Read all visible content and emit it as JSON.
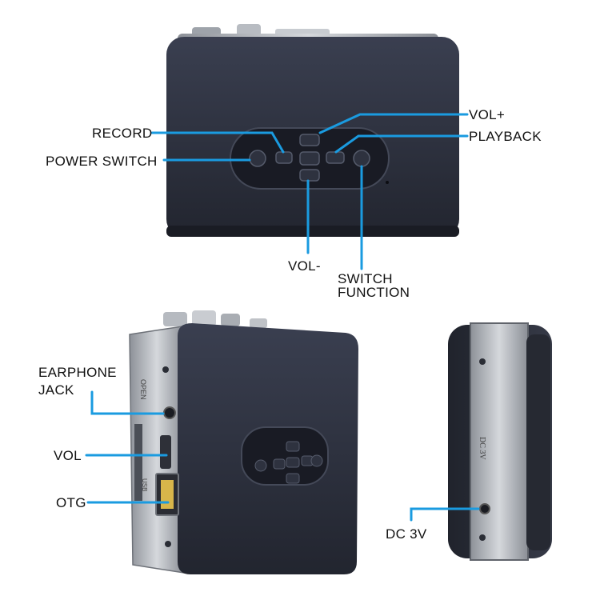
{
  "labels": {
    "record": "RECORD",
    "power_switch": "POWER SWITCH",
    "vol_plus": "VOL+",
    "playback": "PLAYBACK",
    "vol_minus": "VOL-",
    "switch_function_line1": "SWITCH",
    "switch_function_line2": "FUNCTION",
    "earphone_jack_line1": "EARPHONE",
    "earphone_jack_line2": "JACK",
    "vol": "VOL",
    "otg": "OTG",
    "dc_3v": "DC 3V"
  },
  "device_engravings": {
    "open": "OPEN",
    "usb": "USB",
    "side": "DC 3V"
  },
  "colors": {
    "callout_line": "#1a9be0",
    "device_body": "#2b2f3d",
    "device_panel": "#1c1f29",
    "metal": "#a9adb3"
  }
}
